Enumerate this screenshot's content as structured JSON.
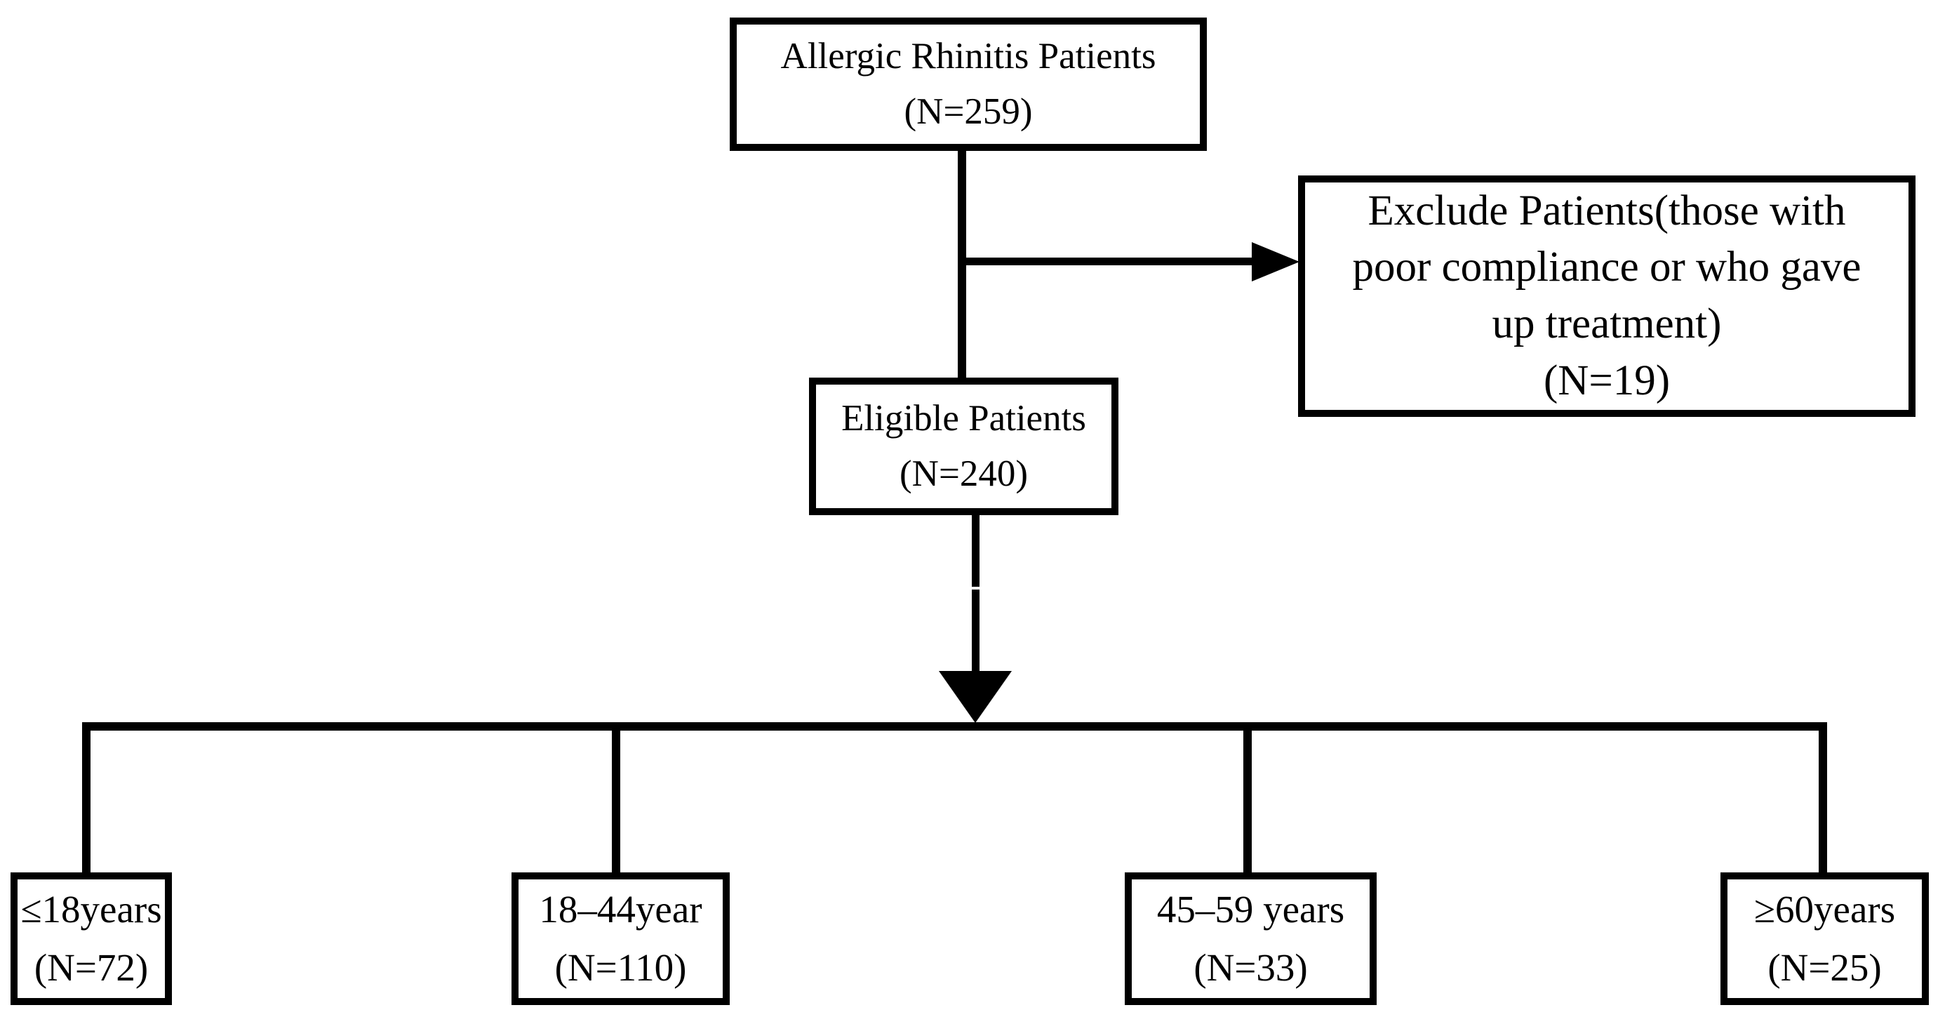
{
  "colors": {
    "line": "#000000",
    "text": "#000000",
    "background": "#ffffff"
  },
  "flowchart": {
    "description": "Patient enrollment flow diagram",
    "nodes": {
      "total": {
        "label": "Allergic Rhinitis Patients (N=259)",
        "lines": [
          "Allergic Rhinitis Patients",
          "(N=259)"
        ]
      },
      "exclude": {
        "label": "Exclude Patients (N=19)",
        "lines": [
          "Exclude Patients(those with",
          "poor compliance or who gave",
          "up treatment)",
          "(N=19)"
        ]
      },
      "eligible": {
        "label": "Eligible Patients (N=240)",
        "lines": [
          "Eligible Patients",
          "(N=240)"
        ]
      },
      "age_under_18": {
        "label": "≤18 years (N=72)",
        "lines": [
          "≤18years",
          "(N=72)"
        ]
      },
      "age_18_44": {
        "label": "18–44 years (N=110)",
        "lines": [
          "18–44year",
          "(N=110)"
        ]
      },
      "age_45_59": {
        "label": "45–59 years (N=33)",
        "lines": [
          "45–59 years",
          "(N=33)"
        ]
      },
      "age_60_plus": {
        "label": "≥60 years (N=25)",
        "lines": [
          "≥60years",
          "(N=25)"
        ]
      }
    }
  }
}
